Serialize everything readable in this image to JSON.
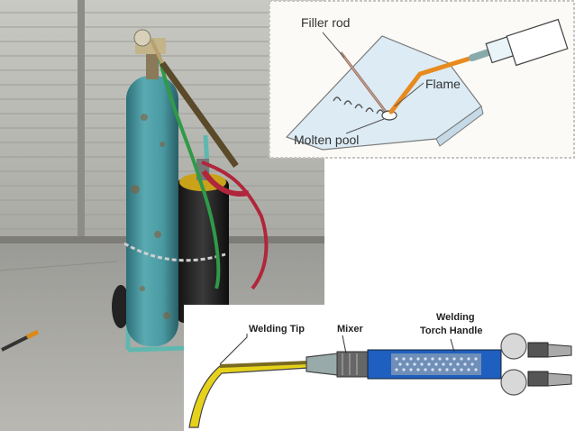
{
  "weld_diagram": {
    "labels": {
      "filler_rod": "Filler rod",
      "flame": "Flame",
      "molten_pool": "Molten pool"
    }
  },
  "torch_diagram": {
    "labels": {
      "welding_tip": "Welding Tip",
      "mixer": "Mixer",
      "handle_line1": "Welding",
      "handle_line2": "Torch Handle"
    }
  },
  "colors": {
    "cylinder_teal": "#4a9aa3",
    "hose_red": "#b0263a",
    "hose_green": "#2f9a48",
    "flame_orange": "#e88a1e",
    "torch_blue": "#1f5fbf",
    "tip_yellow": "#e6d21a"
  }
}
